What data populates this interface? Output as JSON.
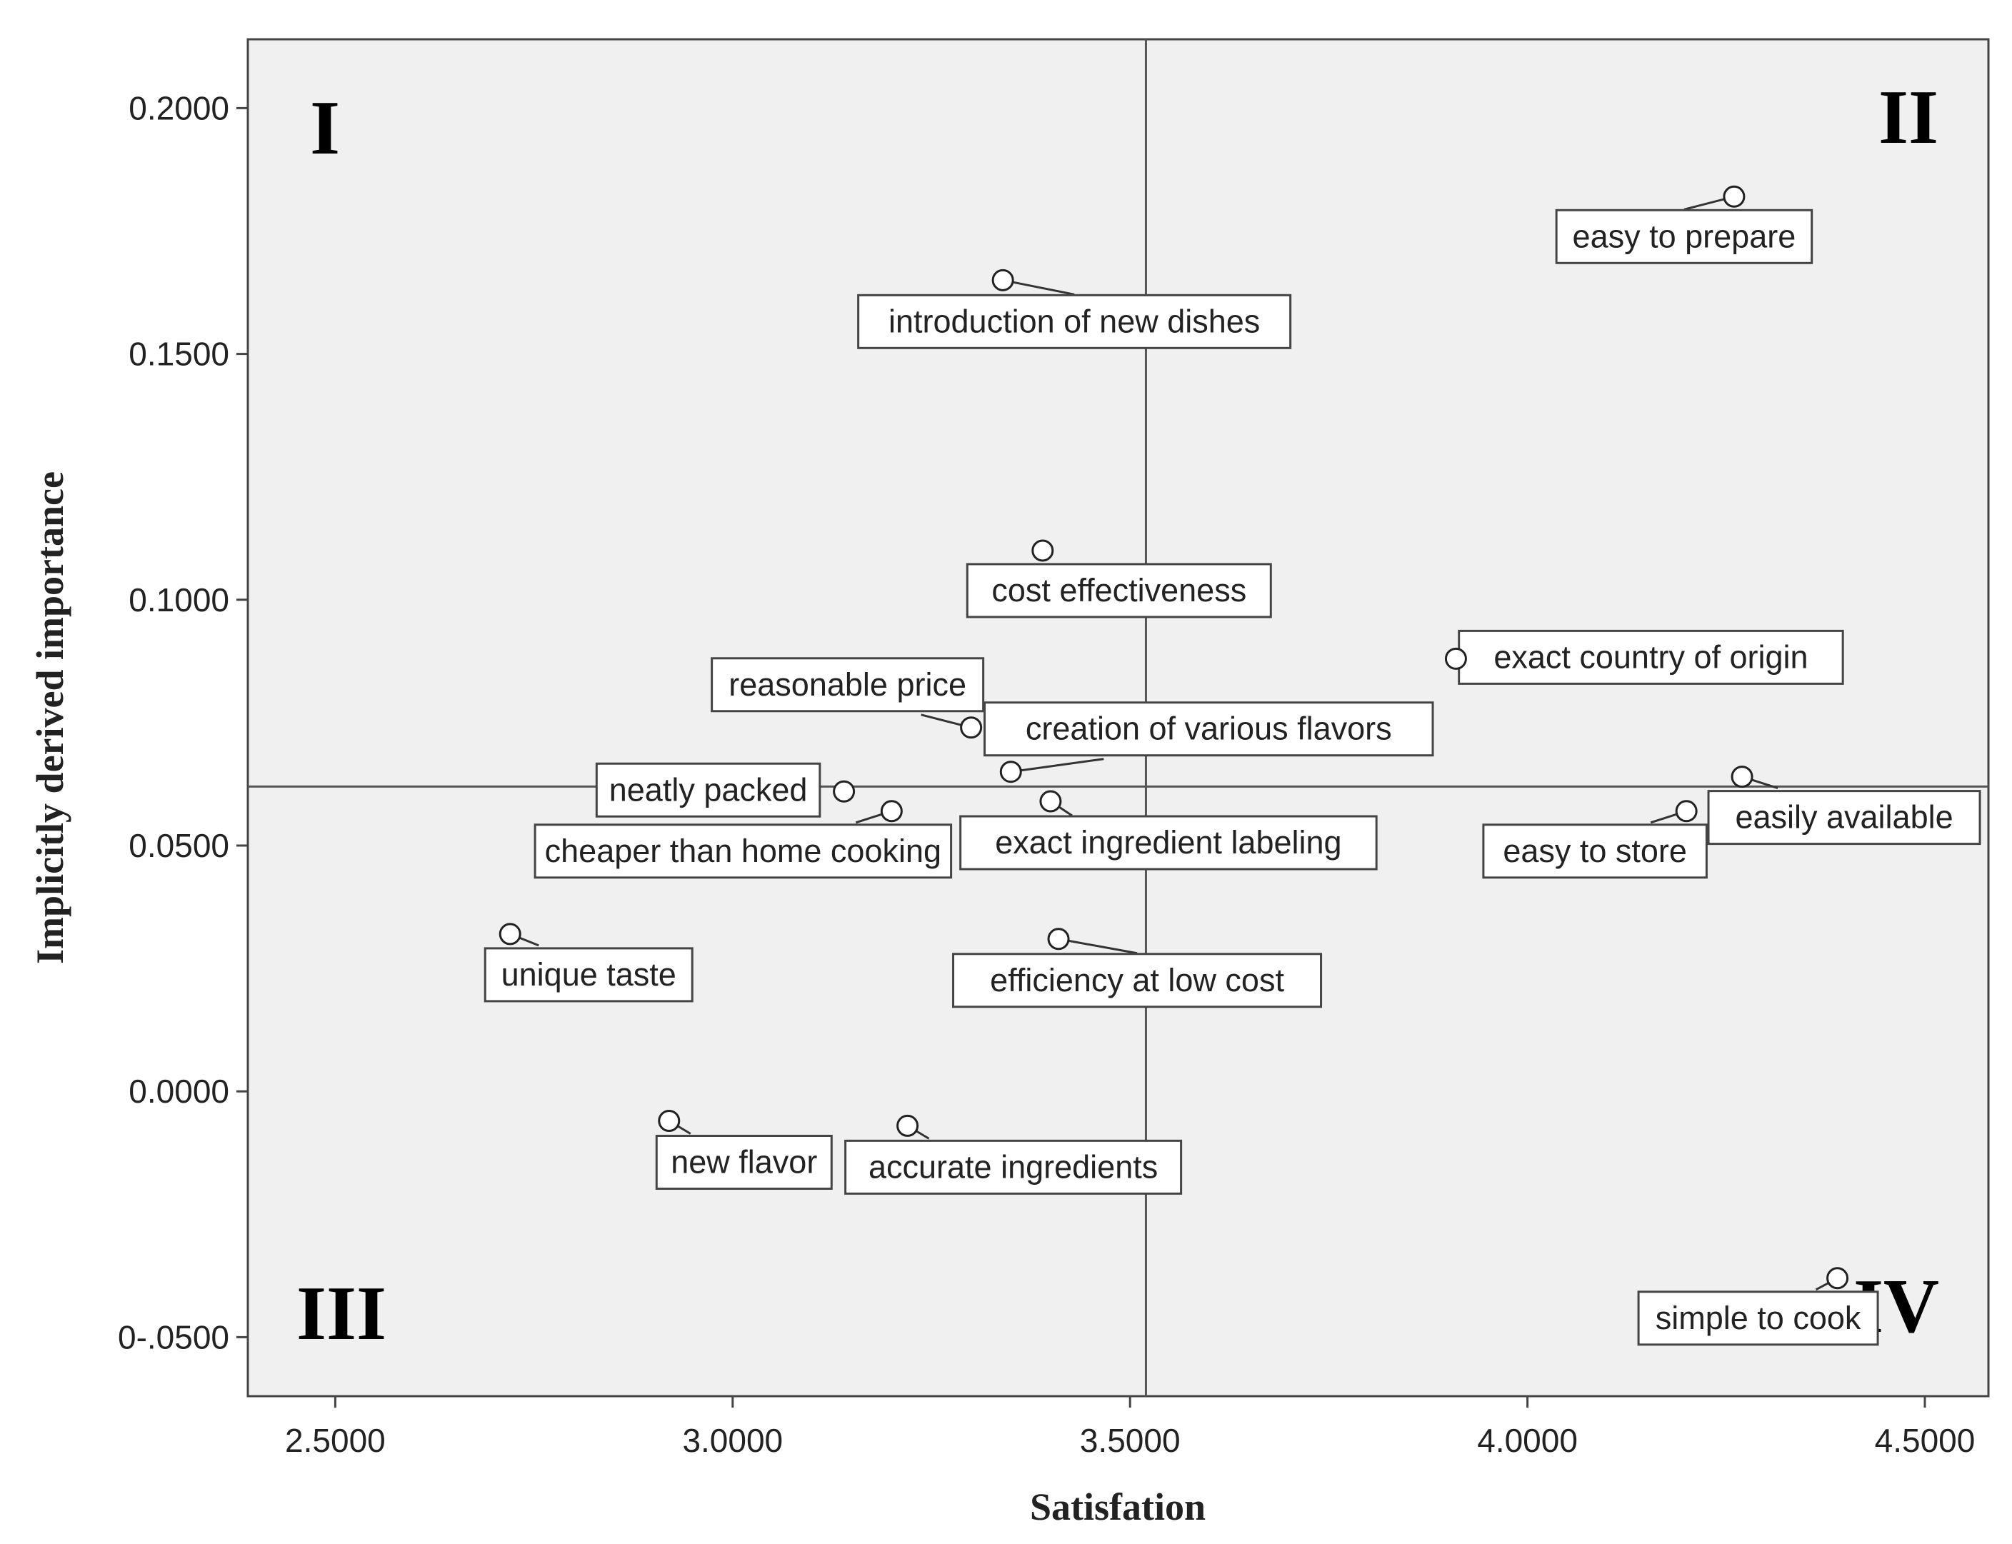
{
  "chart_data": {
    "type": "scatter",
    "title": "",
    "xlabel": "Satisfation",
    "ylabel": "Implicitly derived importance",
    "xlim": [
      2.39,
      4.58
    ],
    "ylim": [
      -0.062,
      0.214
    ],
    "xticks": [
      2.5,
      3.0,
      3.5,
      4.0,
      4.5
    ],
    "xtick_labels": [
      "2.5000",
      "3.0000",
      "3.5000",
      "4.0000",
      "4.5000"
    ],
    "yticks": [
      0.2,
      0.15,
      0.1,
      0.05,
      0.0,
      -0.05
    ],
    "ytick_labels": [
      "0.2000",
      "0.1500",
      "0.1000",
      "0.0500",
      "0.0000",
      "0-.0500"
    ],
    "reference_lines": {
      "x": 3.52,
      "y": 0.062
    },
    "quadrant_labels": [
      "I",
      "II",
      "III",
      "IV"
    ],
    "grid": false,
    "points": [
      {
        "label": "easy to prepare",
        "x": 4.26,
        "y": 0.182
      },
      {
        "label": "introduction of new dishes",
        "x": 3.34,
        "y": 0.165
      },
      {
        "label": "cost effectiveness",
        "x": 3.39,
        "y": 0.11
      },
      {
        "label": "exact country of origin",
        "x": 3.91,
        "y": 0.088
      },
      {
        "label": "reasonable price",
        "x": 3.3,
        "y": 0.074
      },
      {
        "label": "creation of various flavors",
        "x": 3.35,
        "y": 0.065
      },
      {
        "label": "neatly packed",
        "x": 3.14,
        "y": 0.061
      },
      {
        "label": "easily available",
        "x": 4.27,
        "y": 0.064
      },
      {
        "label": "cheaper than home cooking",
        "x": 3.2,
        "y": 0.057
      },
      {
        "label": "exact ingredient labeling",
        "x": 3.4,
        "y": 0.059
      },
      {
        "label": "easy to store",
        "x": 4.2,
        "y": 0.057
      },
      {
        "label": "unique taste",
        "x": 2.72,
        "y": 0.032
      },
      {
        "label": "efficiency at low cost",
        "x": 3.41,
        "y": 0.031
      },
      {
        "label": "new flavor",
        "x": 2.92,
        "y": -0.006
      },
      {
        "label": "accurate ingredients",
        "x": 3.22,
        "y": -0.007
      },
      {
        "label": "simple to cook",
        "x": 4.39,
        "y": -0.038
      }
    ]
  }
}
